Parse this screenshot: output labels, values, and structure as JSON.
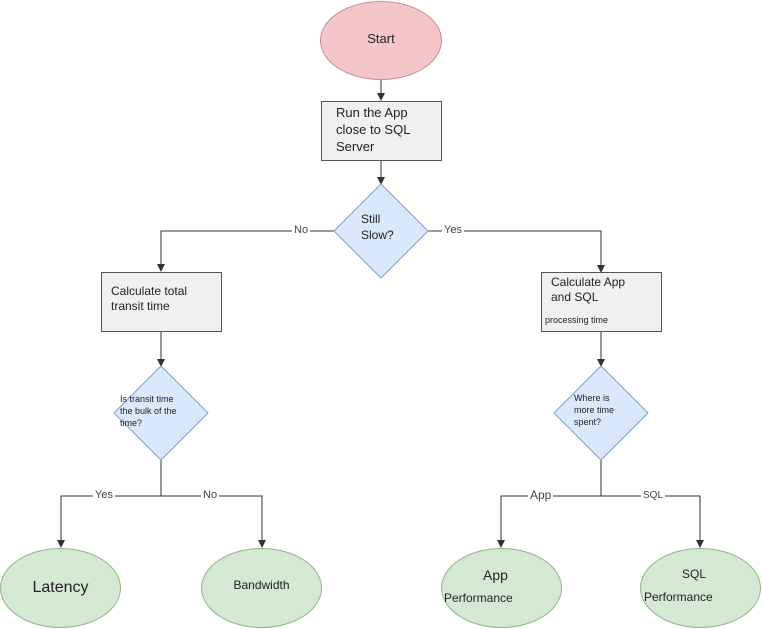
{
  "colors": {
    "start_fill": "#f4c6c9",
    "start_stroke": "#c98a8f",
    "decision_fill": "#dae8fc",
    "decision_stroke": "#7f9fcc",
    "end_fill": "#d5e8d4",
    "end_stroke": "#8ab87f",
    "process_fill": "#f0f0f0",
    "line": "#333333"
  },
  "nodes": {
    "start": {
      "label": "Start"
    },
    "run_app": {
      "line1": "Run the App",
      "line2": "close to SQL",
      "line3": "Server"
    },
    "still_slow": {
      "line1": "Still",
      "line2": "Slow?"
    },
    "calc_transit": {
      "line1": "Calculate total",
      "line2": "transit time"
    },
    "calc_app_sql": {
      "line1": "Calculate App",
      "line2": "and SQL",
      "line3": "processing time"
    },
    "transit_bulk": {
      "line1": "Is transit time",
      "line2": "the bulk of the",
      "line3": "time?"
    },
    "where_time": {
      "line1": "Where is",
      "line2": "more time",
      "line3": "spent?"
    },
    "latency": {
      "label": "Latency"
    },
    "bandwidth": {
      "label": "Bandwidth"
    },
    "app_performance": {
      "line1": "App",
      "line2": "Performance"
    },
    "sql_performance": {
      "line1": "SQL",
      "line2": "Performance"
    }
  },
  "edge_labels": {
    "no_main": "No",
    "yes_main": "Yes",
    "yes_transit": "Yes",
    "no_transit": "No",
    "app_branch": "App",
    "sql_branch": "SQL"
  }
}
